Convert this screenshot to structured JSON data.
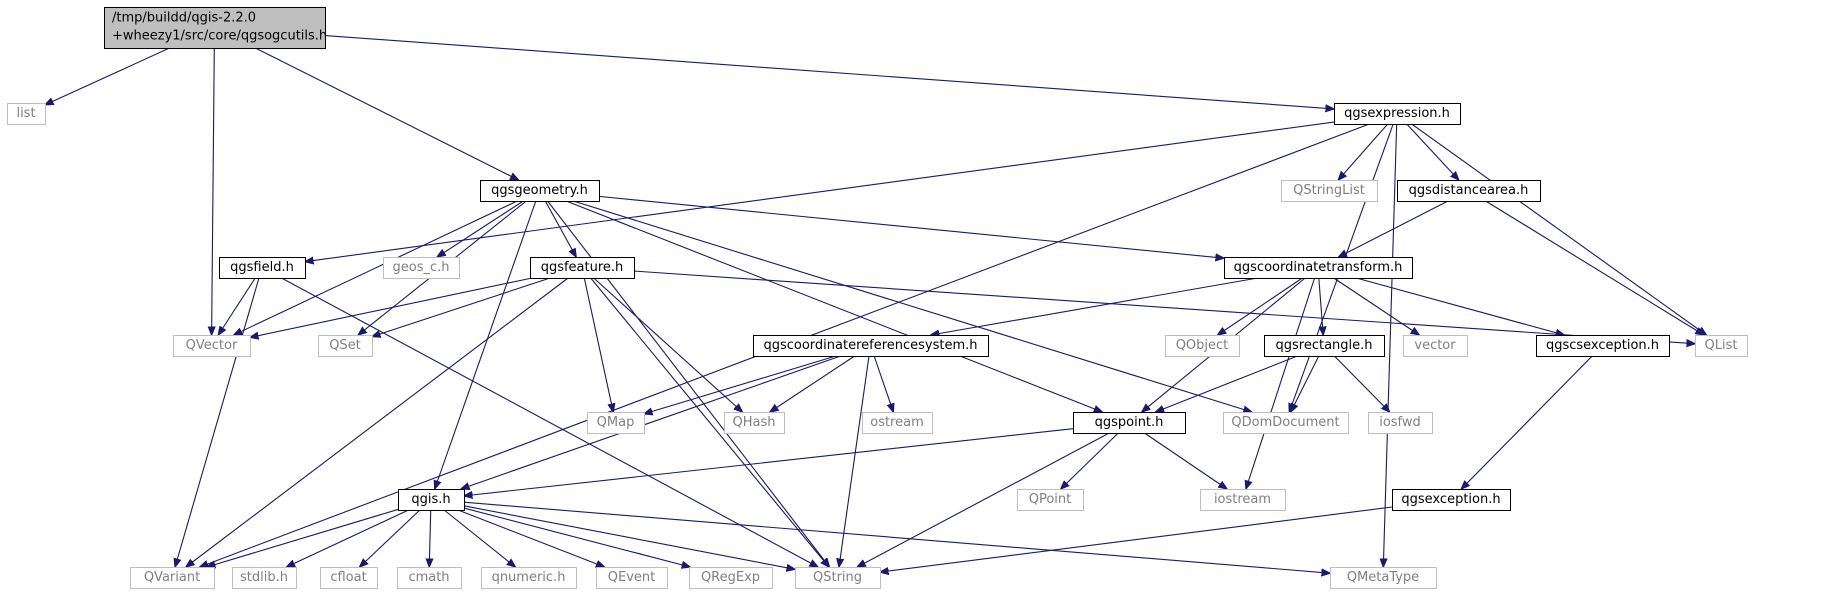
{
  "colors": {
    "edge": "#191970",
    "box_header": "#000000",
    "box_system": "#bfbfbf",
    "text_header": "#000000",
    "text_system": "#808080",
    "root_fill": "#bfbfbf"
  },
  "nodes": [
    {
      "id": "root",
      "lines": [
        "/tmp/buildd/qgis-2.2.0",
        "+wheezy1/src/core/qgsogcutils.h"
      ],
      "kind": "root"
    },
    {
      "id": "list",
      "lines": [
        "list"
      ],
      "kind": "system"
    },
    {
      "id": "qgsexpression",
      "lines": [
        "qgsexpression.h"
      ],
      "kind": "header"
    },
    {
      "id": "qgsgeometry",
      "lines": [
        "qgsgeometry.h"
      ],
      "kind": "header"
    },
    {
      "id": "QVariant",
      "lines": [
        "QVariant"
      ],
      "kind": "system"
    },
    {
      "id": "qgsfield",
      "lines": [
        "qgsfield.h"
      ],
      "kind": "header"
    },
    {
      "id": "QStringList",
      "lines": [
        "QStringList"
      ],
      "kind": "system"
    },
    {
      "id": "qgsdistancearea",
      "lines": [
        "qgsdistancearea.h"
      ],
      "kind": "header"
    },
    {
      "id": "geos_c",
      "lines": [
        "geos_c.h"
      ],
      "kind": "system"
    },
    {
      "id": "qgsfeature",
      "lines": [
        "qgsfeature.h"
      ],
      "kind": "header"
    },
    {
      "id": "qgscoordinatetransform",
      "lines": [
        "qgscoordinatetransform.h"
      ],
      "kind": "header"
    },
    {
      "id": "QVector",
      "lines": [
        "QVector"
      ],
      "kind": "system"
    },
    {
      "id": "QSet",
      "lines": [
        "QSet"
      ],
      "kind": "system"
    },
    {
      "id": "qgscoordinatereferencesystem",
      "lines": [
        "qgscoordinatereferencesystem.h"
      ],
      "kind": "header"
    },
    {
      "id": "QObject",
      "lines": [
        "QObject"
      ],
      "kind": "system"
    },
    {
      "id": "qgsrectangle",
      "lines": [
        "qgsrectangle.h"
      ],
      "kind": "header"
    },
    {
      "id": "vector",
      "lines": [
        "vector"
      ],
      "kind": "system"
    },
    {
      "id": "qgscsexception",
      "lines": [
        "qgscsexception.h"
      ],
      "kind": "header"
    },
    {
      "id": "QList",
      "lines": [
        "QList"
      ],
      "kind": "system"
    },
    {
      "id": "QMap",
      "lines": [
        "QMap"
      ],
      "kind": "system"
    },
    {
      "id": "QHash",
      "lines": [
        "QHash"
      ],
      "kind": "system"
    },
    {
      "id": "ostream",
      "lines": [
        "ostream"
      ],
      "kind": "system"
    },
    {
      "id": "qgspoint",
      "lines": [
        "qgspoint.h"
      ],
      "kind": "header"
    },
    {
      "id": "QDomDocument",
      "lines": [
        "QDomDocument"
      ],
      "kind": "system"
    },
    {
      "id": "iosfwd",
      "lines": [
        "iosfwd"
      ],
      "kind": "system"
    },
    {
      "id": "QPoint",
      "lines": [
        "QPoint"
      ],
      "kind": "system"
    },
    {
      "id": "iostream",
      "lines": [
        "iostream"
      ],
      "kind": "system"
    },
    {
      "id": "qgsexception",
      "lines": [
        "qgsexception.h"
      ],
      "kind": "header"
    },
    {
      "id": "qgis",
      "lines": [
        "qgis.h"
      ],
      "kind": "header"
    },
    {
      "id": "stdlib",
      "lines": [
        "stdlib.h"
      ],
      "kind": "system"
    },
    {
      "id": "cfloat",
      "lines": [
        "cfloat"
      ],
      "kind": "system"
    },
    {
      "id": "cmath",
      "lines": [
        "cmath"
      ],
      "kind": "system"
    },
    {
      "id": "qnumeric",
      "lines": [
        "qnumeric.h"
      ],
      "kind": "system"
    },
    {
      "id": "QEvent",
      "lines": [
        "QEvent"
      ],
      "kind": "system"
    },
    {
      "id": "QRegExp",
      "lines": [
        "QRegExp"
      ],
      "kind": "system"
    },
    {
      "id": "QString",
      "lines": [
        "QString"
      ],
      "kind": "system"
    },
    {
      "id": "QMetaType",
      "lines": [
        "QMetaType"
      ],
      "kind": "system"
    }
  ],
  "edges": [
    [
      "root",
      "list"
    ],
    [
      "root",
      "QVector"
    ],
    [
      "root",
      "qgsgeometry"
    ],
    [
      "root",
      "qgsexpression"
    ],
    [
      "qgsexpression",
      "QVariant"
    ],
    [
      "qgsexpression",
      "qgsfield"
    ],
    [
      "qgsexpression",
      "QStringList"
    ],
    [
      "qgsexpression",
      "qgsdistancearea"
    ],
    [
      "qgsexpression",
      "QList"
    ],
    [
      "qgsexpression",
      "QDomDocument"
    ],
    [
      "qgsexpression",
      "QMetaType"
    ],
    [
      "qgsgeometry",
      "QVector"
    ],
    [
      "qgsgeometry",
      "QSet"
    ],
    [
      "qgsgeometry",
      "geos_c"
    ],
    [
      "qgsgeometry",
      "qgsfeature"
    ],
    [
      "qgsgeometry",
      "qgis"
    ],
    [
      "qgsgeometry",
      "QString"
    ],
    [
      "qgsgeometry",
      "qgspoint"
    ],
    [
      "qgsgeometry",
      "QDomDocument"
    ],
    [
      "qgsgeometry",
      "qgscoordinatetransform"
    ],
    [
      "qgsfield",
      "QVector"
    ],
    [
      "qgsfield",
      "QVariant"
    ],
    [
      "qgsfield",
      "QString"
    ],
    [
      "qgsdistancearea",
      "qgscoordinatetransform"
    ],
    [
      "qgsdistancearea",
      "QList"
    ],
    [
      "qgsfeature",
      "QVector"
    ],
    [
      "qgsfeature",
      "QSet"
    ],
    [
      "qgsfeature",
      "QVariant"
    ],
    [
      "qgsfeature",
      "QMap"
    ],
    [
      "qgsfeature",
      "QHash"
    ],
    [
      "qgsfeature",
      "QString"
    ],
    [
      "qgsfeature",
      "QList"
    ],
    [
      "qgscoordinatetransform",
      "qgscoordinatereferencesystem"
    ],
    [
      "qgscoordinatetransform",
      "QObject"
    ],
    [
      "qgscoordinatetransform",
      "qgsrectangle"
    ],
    [
      "qgscoordinatetransform",
      "vector"
    ],
    [
      "qgscoordinatetransform",
      "qgscsexception"
    ],
    [
      "qgscoordinatetransform",
      "qgspoint"
    ],
    [
      "qgscoordinatetransform",
      "iostream"
    ],
    [
      "qgscoordinatereferencesystem",
      "QMap"
    ],
    [
      "qgscoordinatereferencesystem",
      "QHash"
    ],
    [
      "qgscoordinatereferencesystem",
      "ostream"
    ],
    [
      "qgscoordinatereferencesystem",
      "qgis"
    ],
    [
      "qgscoordinatereferencesystem",
      "QString"
    ],
    [
      "qgsrectangle",
      "QDomDocument"
    ],
    [
      "qgsrectangle",
      "iosfwd"
    ],
    [
      "qgsrectangle",
      "qgspoint"
    ],
    [
      "qgscsexception",
      "qgsexception"
    ],
    [
      "qgspoint",
      "qgis"
    ],
    [
      "qgspoint",
      "QPoint"
    ],
    [
      "qgspoint",
      "iostream"
    ],
    [
      "qgspoint",
      "QString"
    ],
    [
      "qgsexception",
      "QString"
    ],
    [
      "qgis",
      "QVariant"
    ],
    [
      "qgis",
      "stdlib"
    ],
    [
      "qgis",
      "cfloat"
    ],
    [
      "qgis",
      "cmath"
    ],
    [
      "qgis",
      "qnumeric"
    ],
    [
      "qgis",
      "QEvent"
    ],
    [
      "qgis",
      "QRegExp"
    ],
    [
      "qgis",
      "QString"
    ],
    [
      "qgis",
      "QMetaType"
    ]
  ]
}
